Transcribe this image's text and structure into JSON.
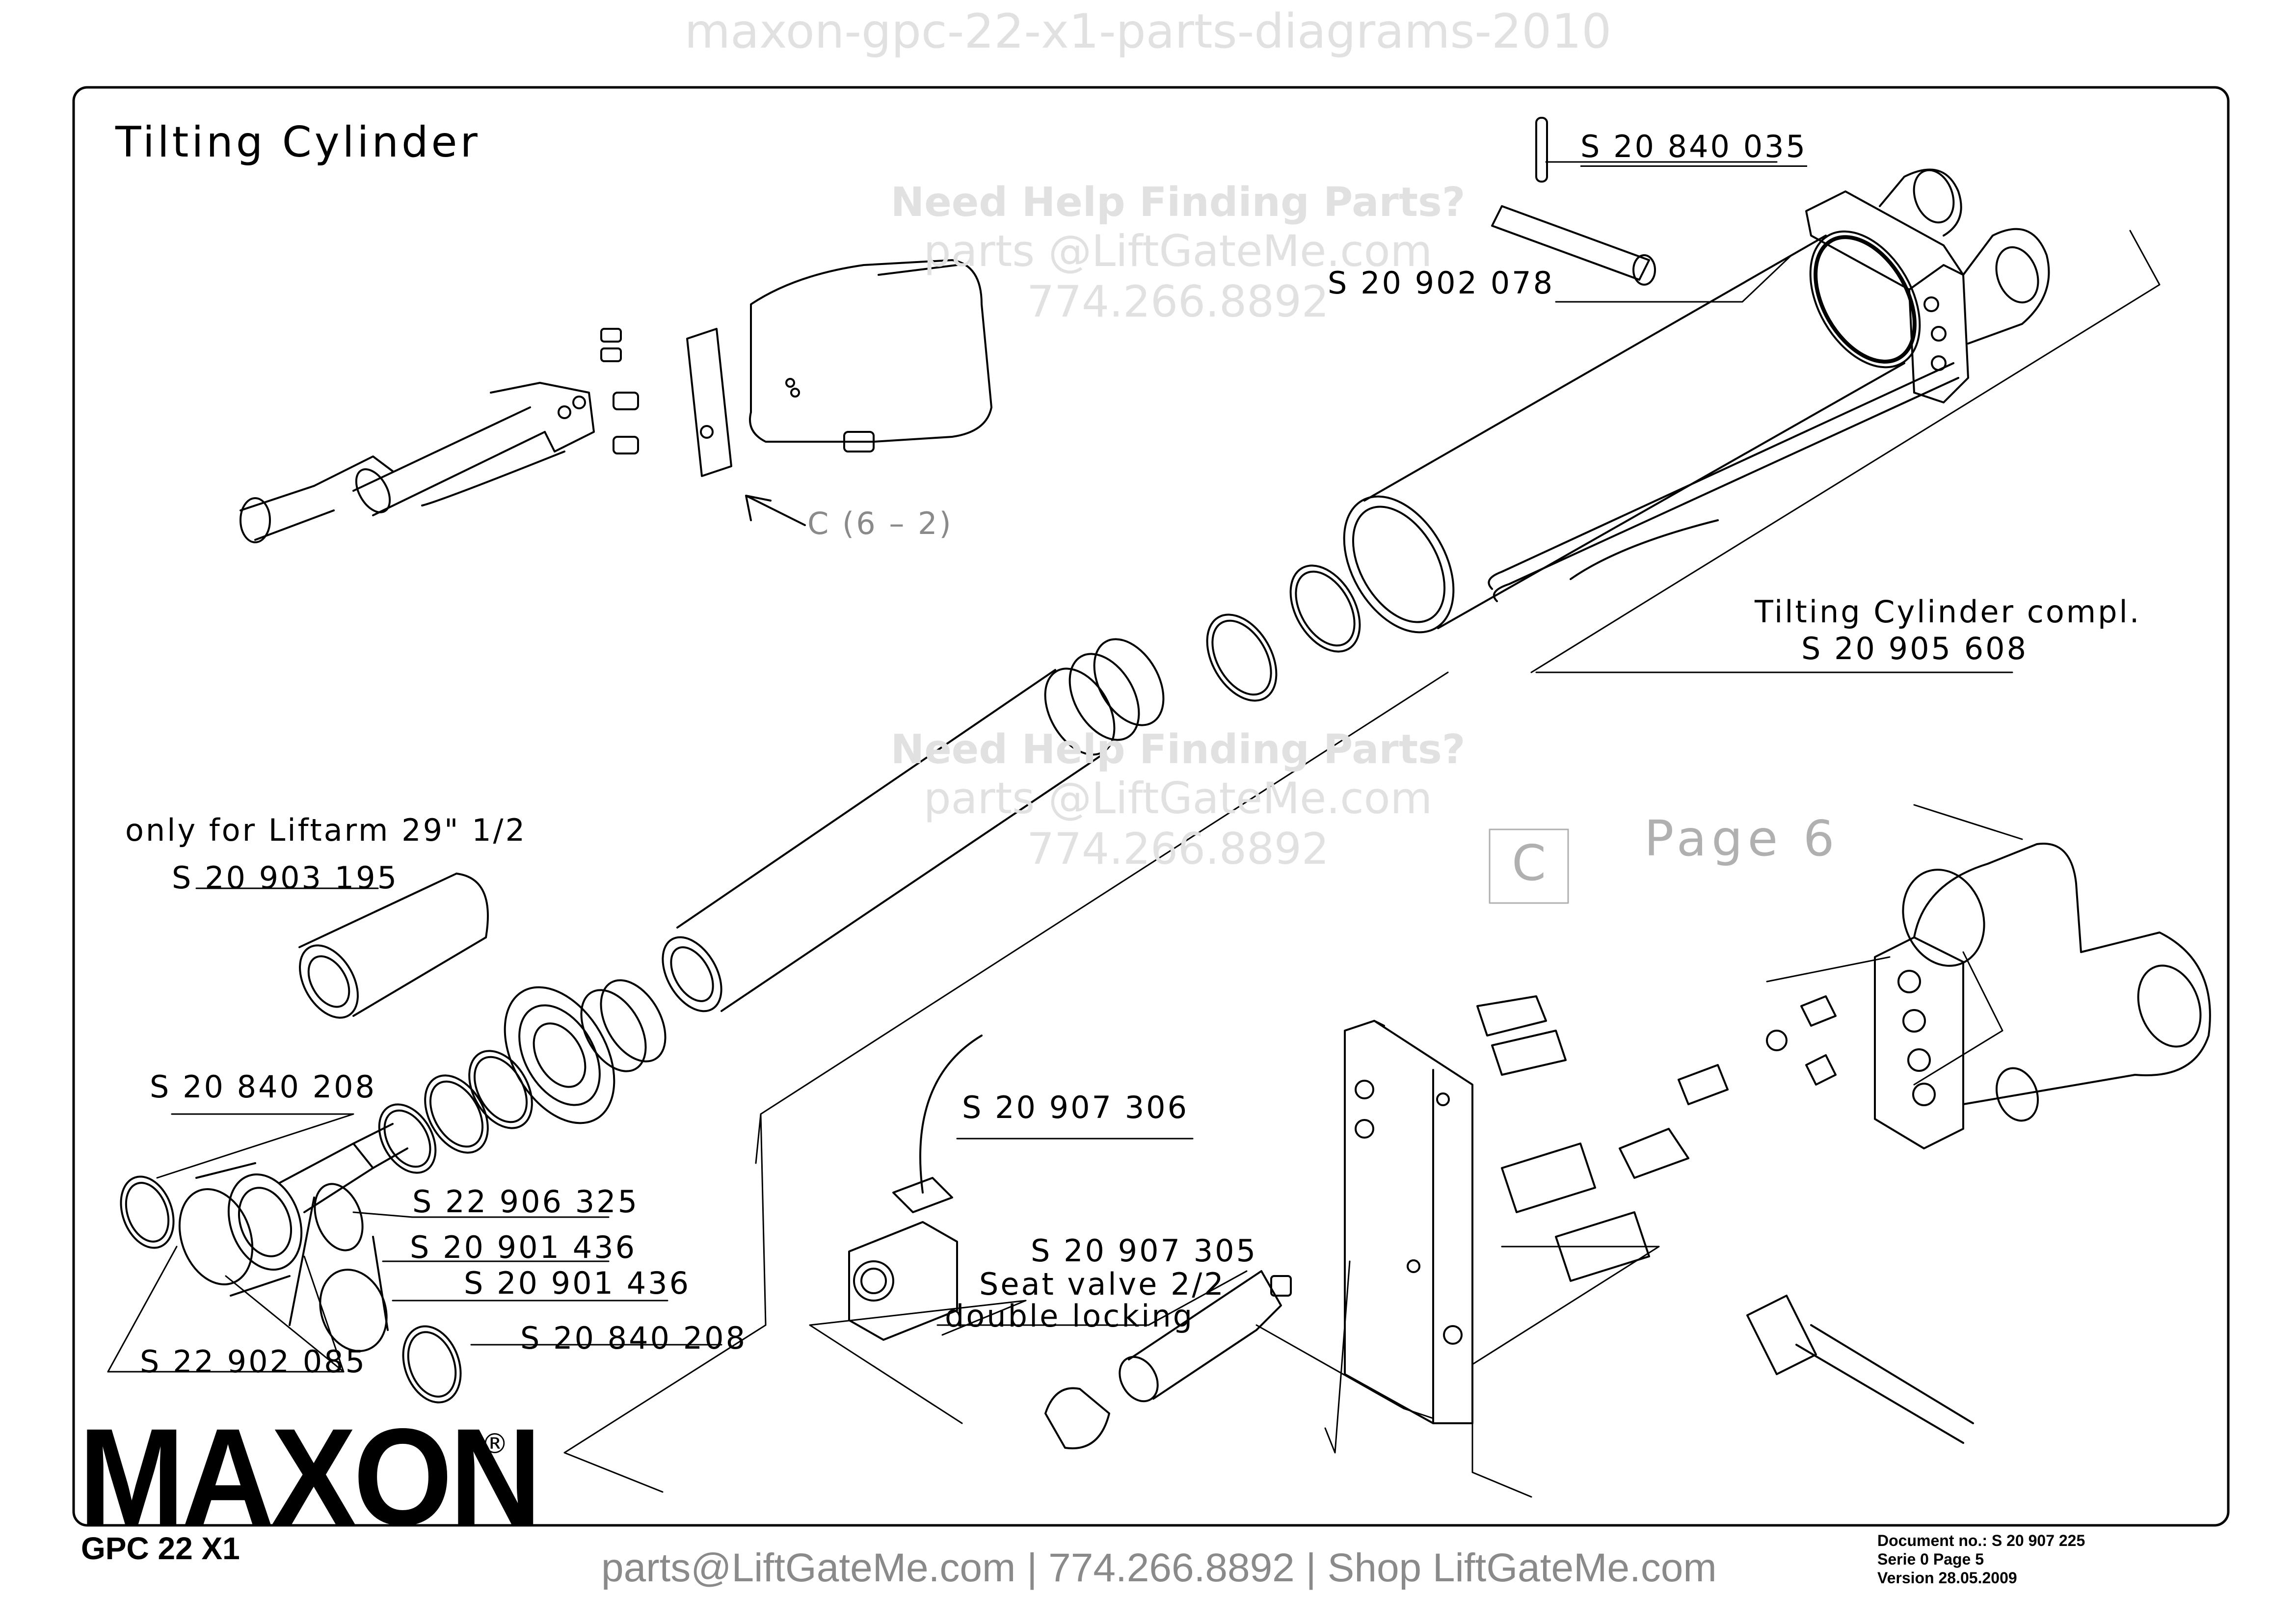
{
  "header": {
    "watermark_title": "maxon-gpc-22-x1-parts-diagrams-2010"
  },
  "diagram": {
    "title": "Tilting Cylinder",
    "labels": {
      "pin_top": "S 20 840 035",
      "pin_side": "S 20 902 078",
      "cylinder_compl_name": "Tilting Cylinder compl.",
      "cylinder_compl_number": "S 20 905 608",
      "liftarm_note": "only for Liftarm 29\" 1/2",
      "extension": "S 20 903 195",
      "oring_left": "S 20 840 208",
      "adapter": "S 22 906 325",
      "fitting_1": "S 20 901 436",
      "fitting_2": "S 20 901 436",
      "oring_bottom": "S 20 840 208",
      "elbow": "S 22 902 085",
      "solenoid": "S 20 907 306",
      "seat_valve_number": "S 20 907 305",
      "seat_valve_line1": "Seat valve 2/2",
      "seat_valve_line2": "double locking",
      "view_ref": "C (6 – 2)",
      "page_box": "C",
      "page_ref": "Page 6"
    }
  },
  "watermark": {
    "headline": "Need Help Finding Parts?",
    "email": "parts @LiftGateMe.com",
    "phone": "774.266.8892"
  },
  "brand": {
    "logo": "MAXON",
    "registered": "®",
    "model": "GPC 22 X1"
  },
  "footer": {
    "contact": "parts@LiftGateMe.com | 774.266.8892 | Shop LiftGateMe.com",
    "doc_line1": "Document no.:  S  20  907  225",
    "doc_line2": "Serie  0  Page  5",
    "doc_line3": "Version  28.05.2009"
  },
  "colors": {
    "line": "#000000",
    "watermark": "#e1e1e1",
    "footer_text": "#8a8a8a"
  }
}
